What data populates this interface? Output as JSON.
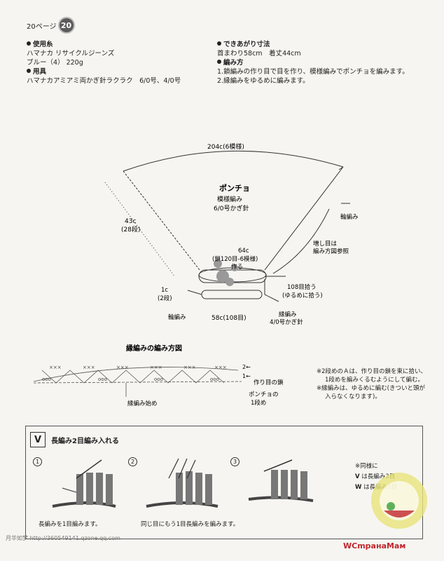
{
  "header": {
    "page_label": "20ページ",
    "page_number": "20"
  },
  "materials": {
    "yarn_heading": "使用糸",
    "yarn_name": "ハマナカ リサイクルジーンズ",
    "yarn_color": "ブルー（4） 220g",
    "tools_heading": "用具",
    "tools_name": "ハマナカアミアミ両かぎ針ラクラク　6/0号、4/0号"
  },
  "finished": {
    "heading": "できあがり寸法",
    "size": "首まわり58cm　着丈44cm"
  },
  "method": {
    "heading": "編み方",
    "step1": "1.鎖編みの作り目で目を作り、模様編みでポンチョを編みます。",
    "step2": "2.縁編みをゆるめに編みます。"
  },
  "diagram": {
    "top_width": "204c(6模様)",
    "title": "ポンチョ",
    "pattern": "模様編み",
    "hook": "6/0号かぎ針",
    "height": "43c",
    "height_rows": "(28段)",
    "edge_label_right": "輪編み",
    "increase_note1": "増し目は",
    "increase_note2": "編み方図参照",
    "neck_width": "64c",
    "neck_stitches": "(鎖120目-6模様)",
    "neck_make": "作る",
    "pickup": "108目拾う",
    "pickup_note": "(ゆるめに拾う)",
    "border_height": "1c",
    "border_rows": "(2段)",
    "border_round_left": "輪編み",
    "bottom_width": "58c(108目)",
    "border_name": "縁編み",
    "border_hook": "4/0号かぎ針"
  },
  "border_chart": {
    "title": "縁編みの編み方図",
    "row2": "2←",
    "row1": "1←",
    "foundation": "作り目の鎖",
    "poncho_row1_a": "ポンチョの",
    "poncho_row1_b": "1段め",
    "start": "縁編み始め"
  },
  "notes": {
    "n1a": "※2段めのＡは、作り目の鎖を束に拾い、",
    "n1b": "1段めを編みくるむようにして編む。",
    "n2a": "※縁編みは、ゆるめに編む(きついと頭が",
    "n2b": "入らなくなります)。"
  },
  "technique": {
    "symbol": "V",
    "title": "長編み2目編み入れる",
    "step1_num": "1",
    "step2_num": "2",
    "step3_num": "3",
    "caption1": "長編みを1目編みます。",
    "caption2": "同じ目にもう1目長編みを編みます。",
    "same_note": "※同様に",
    "same_line1": "は長編み3目",
    "same_line2": "は長編み5目",
    "symbol1": "V",
    "symbol2": "W"
  },
  "footer": {
    "left": "月华如梦  http://360549141.qzone.qq.com",
    "right": "WCmpaнaMам"
  },
  "colors": {
    "ink": "#222222",
    "paper": "#f6f5f1",
    "badge": "#5b5b5b",
    "watermark_red": "#c0262d"
  }
}
